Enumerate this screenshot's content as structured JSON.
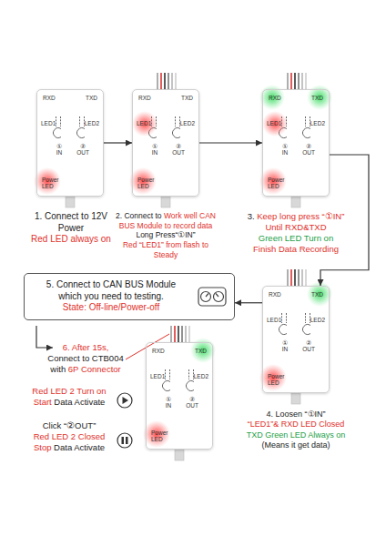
{
  "diagram": {
    "nodes": [
      {
        "text": [
          "RXD",
          "TXD",
          "LED1",
          "LED2",
          "① IN",
          "② OUT",
          "Power LED"
        ]
      },
      {
        "text": [
          "RXD",
          "TXD",
          "LED1",
          "LED2",
          "① IN",
          "② OUT",
          "Power LED"
        ]
      },
      {
        "text": [
          "RXD",
          "TXD",
          "LED1",
          "LED2",
          "① IN",
          "② OUT",
          "Power LED"
        ]
      },
      {
        "text": [
          "RXD",
          "TXD",
          "LED1",
          "LED2",
          "① IN",
          "② OUT",
          "Power LED"
        ]
      },
      {
        "text": [
          "5. Connect to CAN BUS Module which you need to testing.",
          "State: Off-line/Power-off"
        ]
      },
      {
        "text": [
          "RXD",
          "TXD",
          "LED1",
          "LED2",
          "① IN",
          "② OUT",
          "Power LED"
        ]
      }
    ],
    "edges": [
      {
        "from": 0,
        "to": 1,
        "arrow": "to"
      },
      {
        "from": 1,
        "to": 2,
        "arrow": "to"
      },
      {
        "from": 2,
        "to": 3,
        "arrow": "to"
      },
      {
        "from": 3,
        "to": 4,
        "arrow": "to"
      }
    ],
    "labels": [
      "1. Connect to 12V Power",
      "Red LED always on",
      "2. Connect to",
      "Work well CAN BUS Module to record data",
      "Long Press“①IN”",
      "Red “LED1” from flash to Steady",
      "3.",
      "Keep long press “①IN”",
      "Until RXD&TXD",
      "Green LED Turn on",
      "Finish Data Recording",
      "4. Loosen “①IN”",
      "“LED1”& RXD LED Closed",
      "TXD Green LED Always on",
      "(Means it get data)",
      "6. After 15s,",
      "Connect to CTB004 with",
      "6P Connector",
      "Red LED 2 Turn on",
      "Start",
      "Data Activate",
      "Click “②OUT”",
      "Red LED 2 Closed",
      "Stop",
      "Data Activate"
    ]
  }
}
